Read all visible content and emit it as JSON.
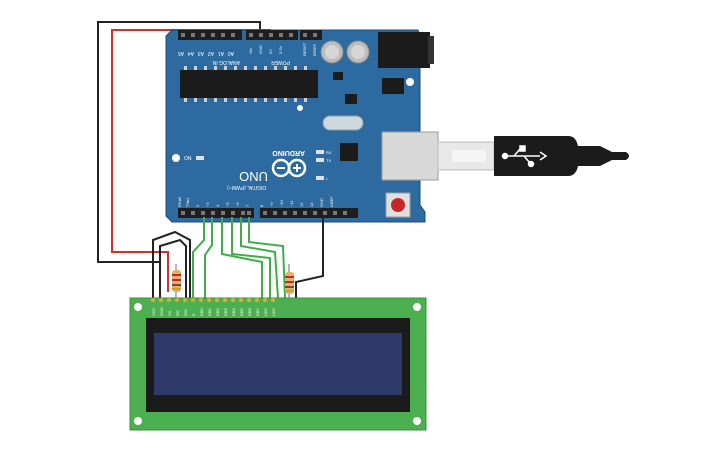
{
  "board": {
    "brand": "ARDUINO",
    "model": "UNO",
    "power_header": "POWER",
    "analog_header": "ANALOG IN",
    "digital_header": "DIGITAL (PWM~)",
    "on_label": "ON",
    "rx_label": "RX",
    "tx_label": "TX",
    "l_label": "L",
    "aref_label": "AREF",
    "gnd_label": "GND",
    "ioref_label": "IOREF",
    "reset_label": "RESET",
    "v33_label": "3.3V",
    "v5_label": "5V",
    "vin_label": "Vin",
    "analog_pins": [
      "A0",
      "A1",
      "A2",
      "A3",
      "A4",
      "A5"
    ],
    "digital_pins": [
      "13",
      "12",
      "~11",
      "~10",
      "~9",
      "8",
      "7",
      "~6",
      "~5",
      "4",
      "~3",
      "2",
      "TX▸1",
      "RX◂0"
    ]
  },
  "lcd": {
    "pin_labels": [
      "VCC",
      "GND",
      "V0",
      "RS",
      "RW",
      "E",
      "DB0",
      "DB1",
      "DB2",
      "DB3",
      "DB4",
      "DB5",
      "DB6",
      "DB7",
      "LED",
      "LED"
    ]
  },
  "colors": {
    "board": "#2d6a9f",
    "lcd_pcb": "#4caf50",
    "lcd_screen": "#2e3a6a",
    "wire_green": "#3fae49",
    "wire_red": "#d32f2f",
    "wire_black": "#222222"
  },
  "icons": [
    "usb-cable-icon",
    "arduino-infinity-logo-icon",
    "reset-button-icon"
  ]
}
